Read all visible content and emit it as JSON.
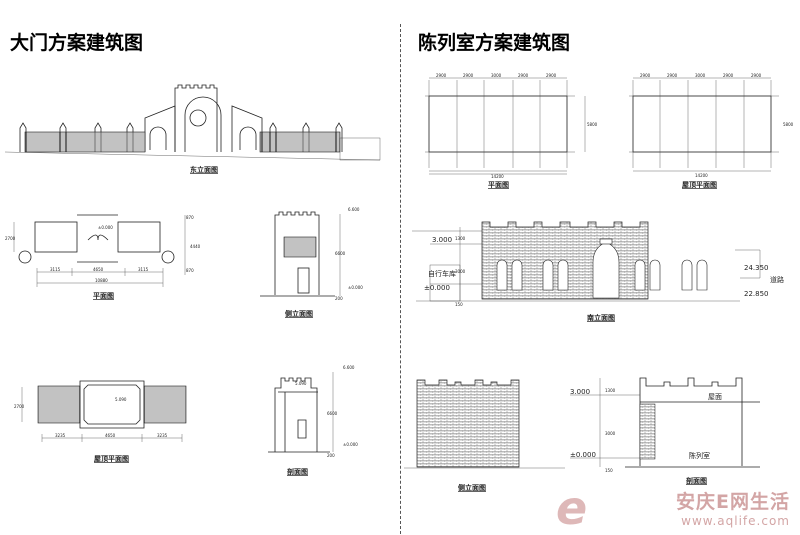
{
  "left": {
    "title": "大门方案建筑图",
    "east_elevation": {
      "label": "东立面图"
    },
    "plan": {
      "label": "平面图",
      "dims": [
        "3115",
        "4650",
        "3115",
        "10880",
        "2700",
        "4440",
        "870",
        "870",
        "±0.000"
      ]
    },
    "side_elevation": {
      "label": "侧立面图",
      "dims": [
        "6.600",
        "±0.000",
        "6600",
        "200"
      ]
    },
    "roof_plan": {
      "label": "屋顶平面图",
      "dims": [
        "2700",
        "3235",
        "4650",
        "3235",
        "5.090"
      ]
    },
    "section": {
      "label": "剖面图",
      "dims": [
        "6.600",
        "5.090",
        "6600",
        "±0.000",
        "200"
      ]
    }
  },
  "right": {
    "title": "陈列室方案建筑图",
    "plan": {
      "label": "平面图",
      "dims": [
        "2900",
        "2900",
        "3000",
        "2900",
        "2900",
        "14200",
        "5800"
      ]
    },
    "roof_plan": {
      "label": "屋顶平面图",
      "dims": [
        "2900",
        "2900",
        "3000",
        "2900",
        "2900",
        "14200",
        "5800"
      ]
    },
    "south_elevation": {
      "label": "南立面图",
      "dims": [
        "3.000",
        "1300",
        "3000",
        "150",
        "±0.000",
        "自行车库",
        "24.350",
        "22.850",
        "道路"
      ]
    },
    "side_elevation": {
      "label": "侧立面图"
    },
    "section": {
      "label": "剖面图",
      "dims": [
        "3.000",
        "±0.000",
        "1300",
        "3000",
        "150",
        "屋面",
        "陈列室"
      ]
    }
  },
  "watermark": {
    "name": "安庆E网生活",
    "url": "www.aqlife.com"
  }
}
